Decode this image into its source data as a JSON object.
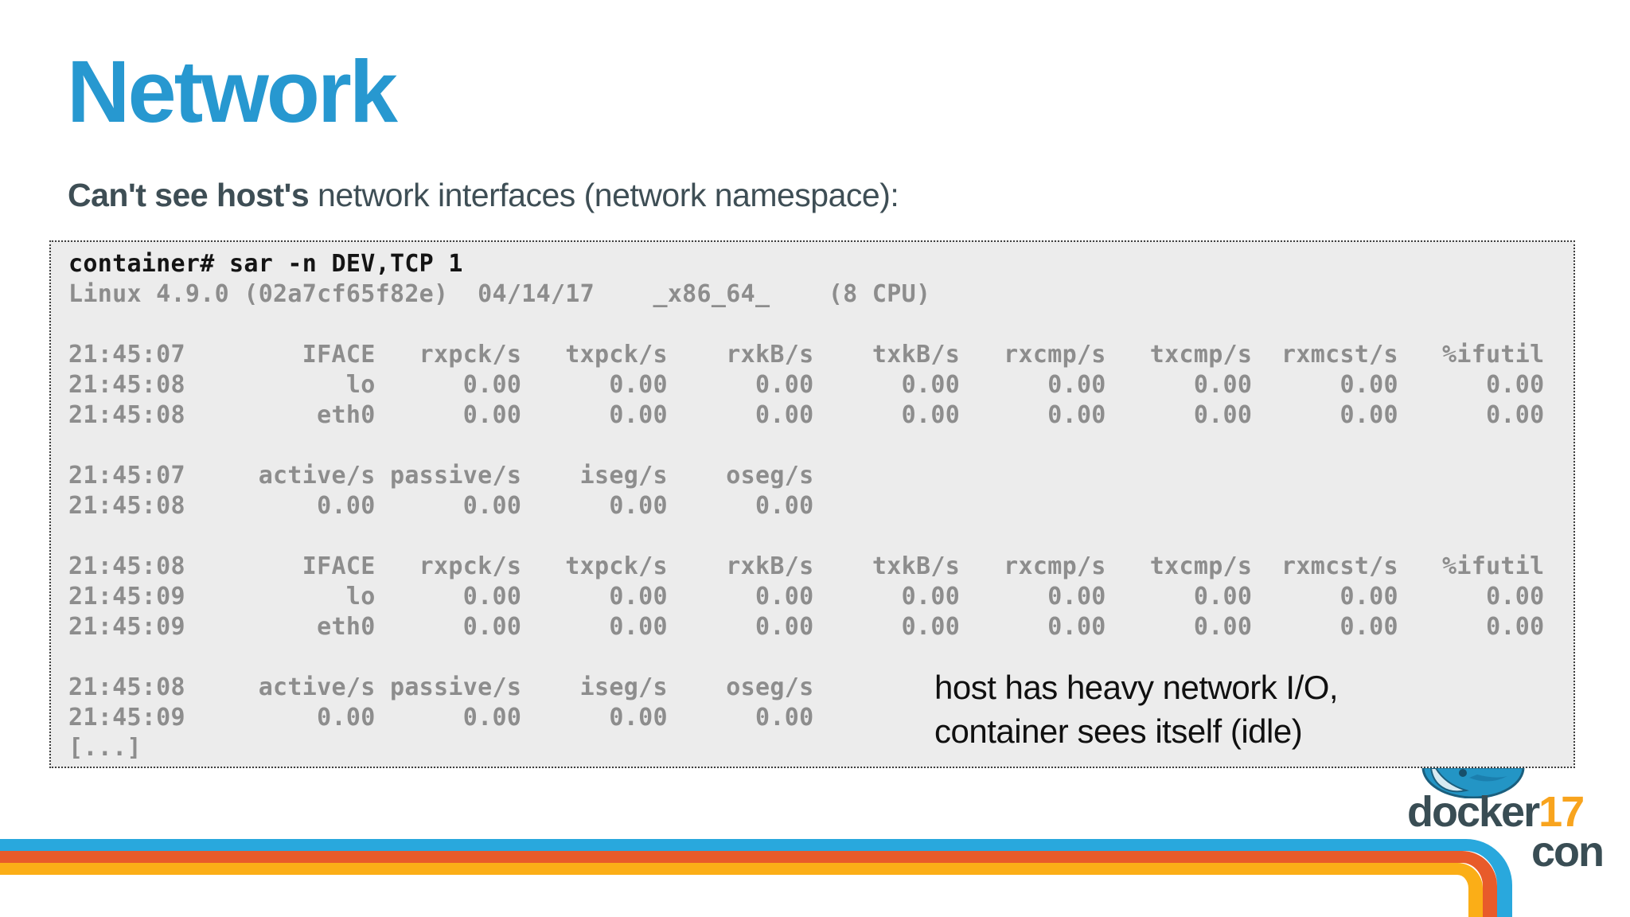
{
  "slide": {
    "title": "Network",
    "subtitle_bold": "Can't see host's",
    "subtitle_rest": " network interfaces (network namespace):"
  },
  "terminal": {
    "command_line": "container# sar -n DEV,TCP 1",
    "output_lines": [
      "Linux 4.9.0 (02a7cf65f82e)  04/14/17    _x86_64_    (8 CPU)",
      "",
      "21:45:07        IFACE   rxpck/s   txpck/s    rxkB/s    txkB/s   rxcmp/s   txcmp/s  rxmcst/s   %ifutil",
      "21:45:08           lo      0.00      0.00      0.00      0.00      0.00      0.00      0.00      0.00",
      "21:45:08         eth0      0.00      0.00      0.00      0.00      0.00      0.00      0.00      0.00",
      "",
      "21:45:07     active/s passive/s    iseg/s    oseg/s",
      "21:45:08         0.00      0.00      0.00      0.00",
      "",
      "21:45:08        IFACE   rxpck/s   txpck/s    rxkB/s    txkB/s   rxcmp/s   txcmp/s  rxmcst/s   %ifutil",
      "21:45:09           lo      0.00      0.00      0.00      0.00      0.00      0.00      0.00      0.00",
      "21:45:09         eth0      0.00      0.00      0.00      0.00      0.00      0.00      0.00      0.00",
      "",
      "21:45:08     active/s passive/s    iseg/s    oseg/s",
      "21:45:09         0.00      0.00      0.00      0.00",
      "[...]"
    ]
  },
  "annotation": {
    "line1": "host has heavy network I/O,",
    "line2": "container sees itself (idle)"
  },
  "logo": {
    "brand": "docker",
    "year": "17",
    "suffix": "con"
  },
  "colors": {
    "title_blue": "#2798d0",
    "subtitle_slate": "#3e4e55",
    "terminal_background": "#ececec",
    "terminal_command": "#141414",
    "terminal_output": "#8d8d8d",
    "stripe_blue": "#29a8dd",
    "stripe_orange": "#e85b2a",
    "stripe_amber": "#fbae17",
    "logo_slate": "#394d54",
    "logo_year_orange": "#f8a41e"
  }
}
